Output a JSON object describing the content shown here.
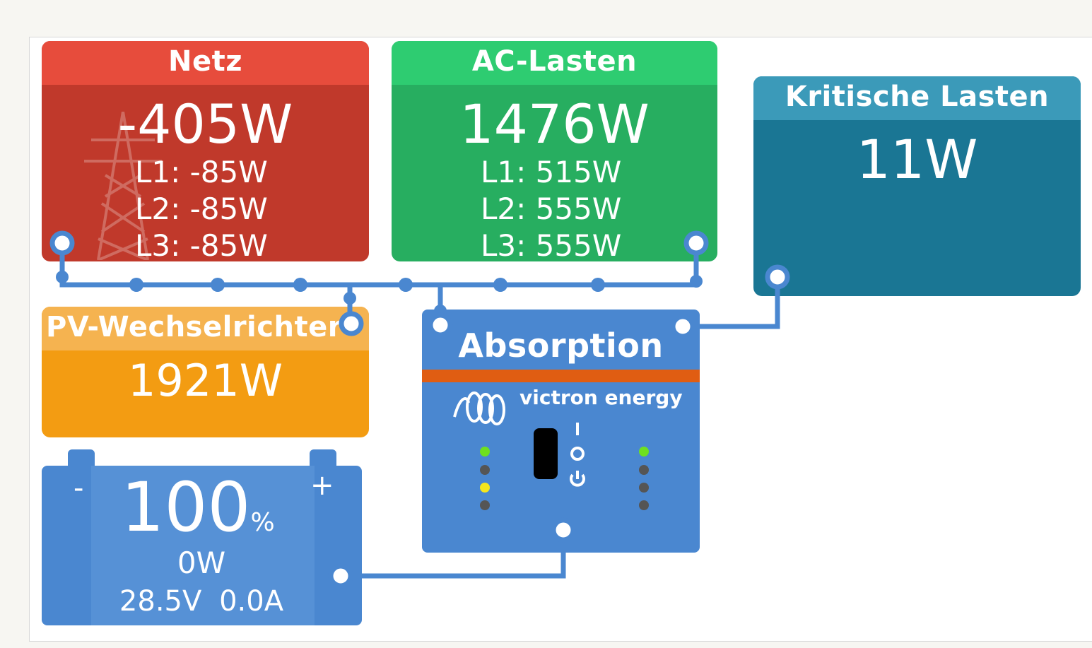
{
  "grid": {
    "title": "Netz",
    "power": "-405W",
    "l1": "L1: -85W",
    "l2": "L2: -85W",
    "l3": "L3: -85W"
  },
  "ac_loads": {
    "title": "AC-Lasten",
    "power": "1476W",
    "l1": "L1: 515W",
    "l2": "L2: 555W",
    "l3": "L3: 555W"
  },
  "critical_loads": {
    "title": "Kritische Lasten",
    "power": "11W"
  },
  "pv_inverter": {
    "title": "PV-Wechselrichter",
    "power": "1921W"
  },
  "battery": {
    "minus": "-",
    "plus": "+",
    "soc": "100",
    "soc_unit": "%",
    "power": "0W",
    "voltage": "28.5V",
    "current": "0.0A"
  },
  "inverter": {
    "state": "Absorption",
    "brand": "victron energy"
  },
  "colors": {
    "grid": "#c0392b",
    "ac_loads": "#27ae60",
    "critical": "#1a7694",
    "pv": "#f39c12",
    "battery": "#4a87d0",
    "wire": "#4a87d0"
  }
}
